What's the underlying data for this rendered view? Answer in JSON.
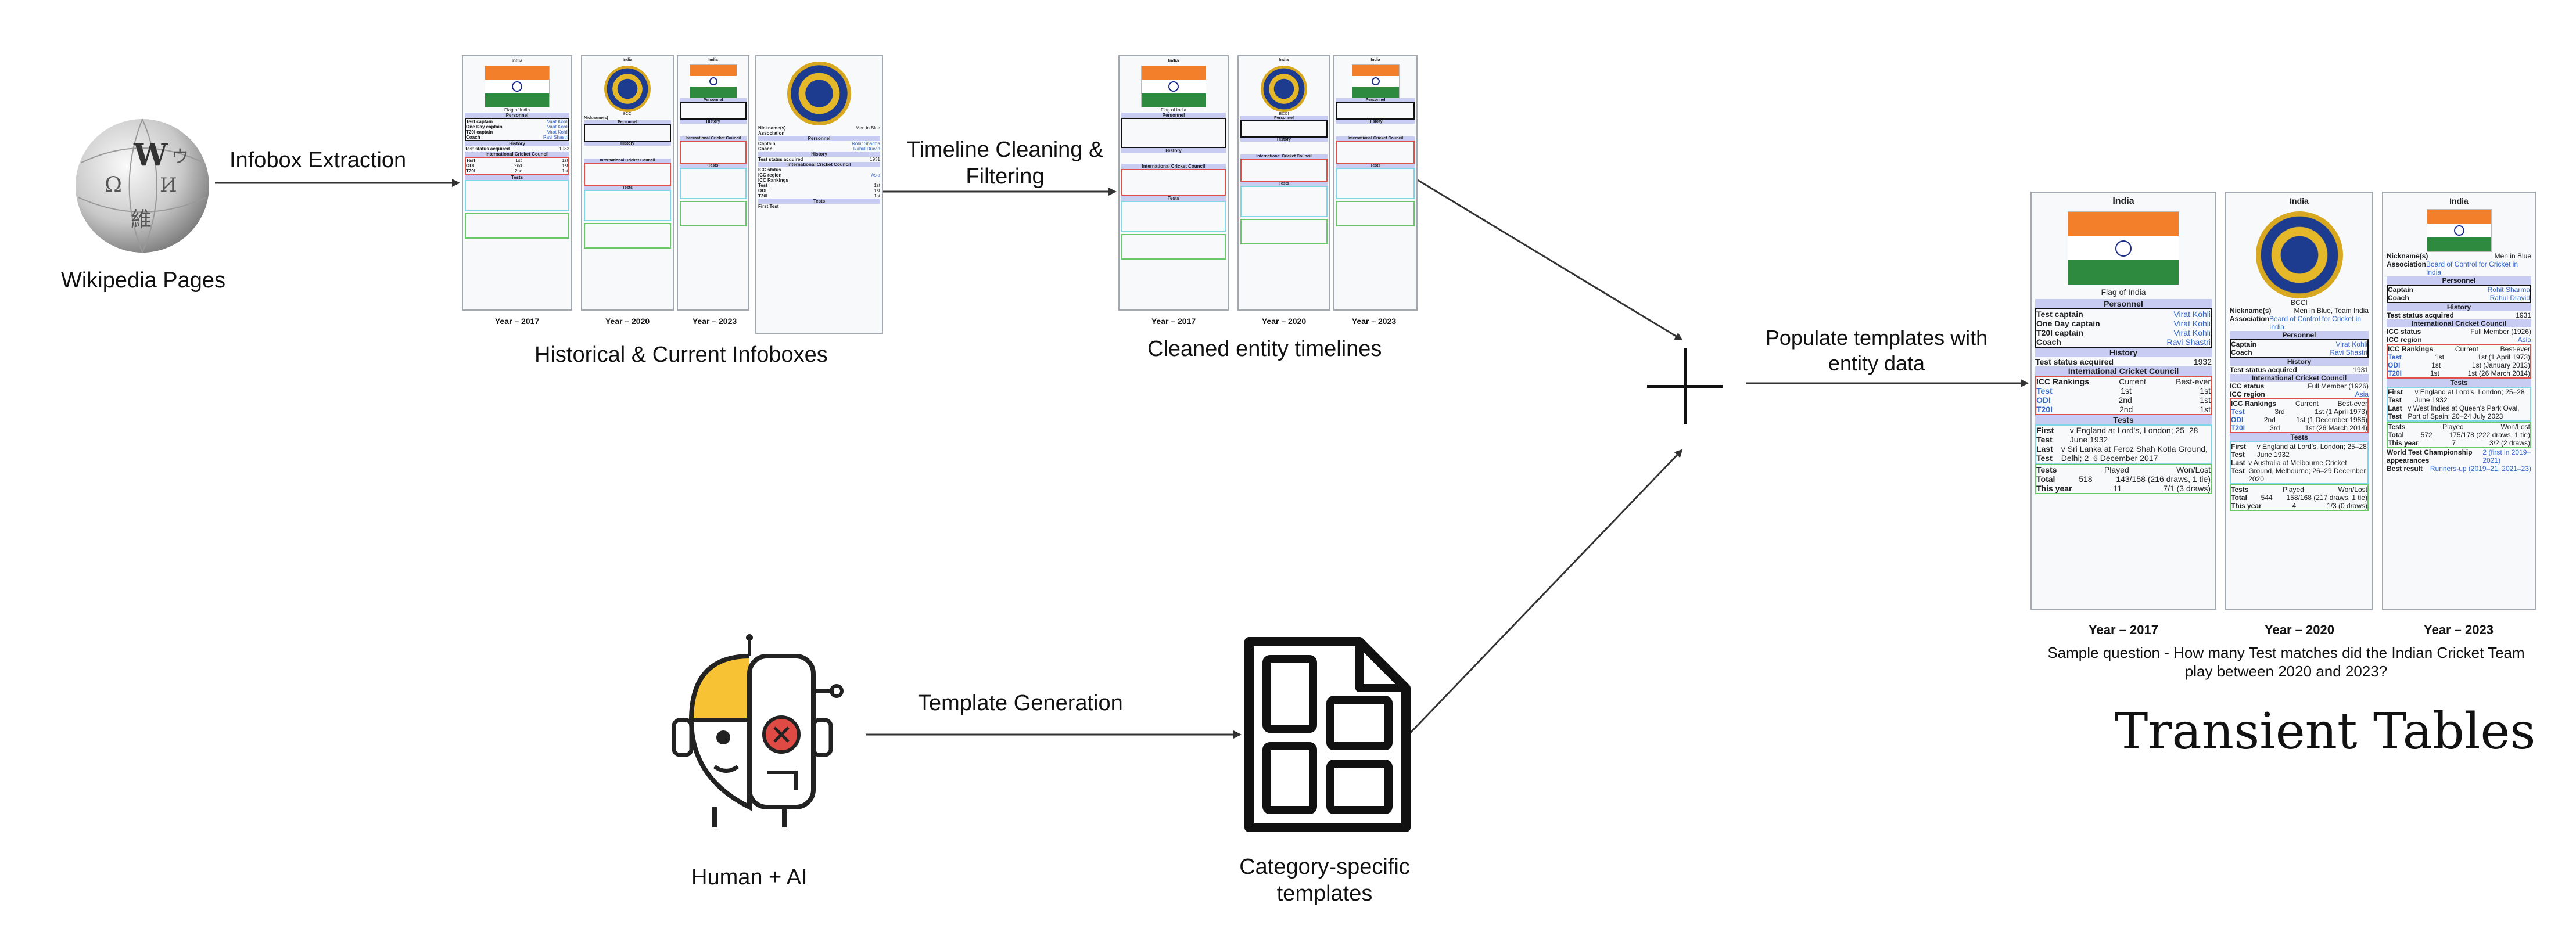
{
  "labels": {
    "wiki_pages": "Wikipedia Pages",
    "infobox_extraction": "Infobox Extraction",
    "historical_current": "Historical & Current Infoboxes",
    "timeline_cleaning": "Timeline Cleaning & Filtering",
    "cleaned_timelines": "Cleaned entity timelines",
    "populate_templates": "Populate templates with entity data",
    "template_generation": "Template Generation",
    "human_ai": "Human + AI",
    "category_templates": "Category-specific templates",
    "sample_question": "Sample question - How many Test matches did the Indian Cricket Team play between 2020 and 2023?",
    "transient_tables": "Transient Tables"
  },
  "years": [
    "Year – 2017",
    "Year – 2020",
    "Year – 2023"
  ],
  "icons": {
    "wikipedia": "wikipedia-globe-icon",
    "human_ai": "human-ai-face-icon",
    "template": "template-document-icon",
    "plus": "plus-icon"
  },
  "colors": {
    "infobox_header": "#c8ccf2",
    "box_red": "#e0504a",
    "box_cyan": "#7fd6e6",
    "box_green": "#69c86a",
    "link": "#3366cc"
  },
  "infobox_2017": {
    "title": "India",
    "flag_caption": "Flag of India",
    "personnel": "Personnel",
    "rows_personnel": [
      {
        "k": "Test captain",
        "v": "Virat Kohli"
      },
      {
        "k": "One Day captain",
        "v": "Virat Kohli"
      },
      {
        "k": "T20I captain",
        "v": "Virat Kohli"
      },
      {
        "k": "Coach",
        "v": "Ravi Shastri"
      }
    ],
    "history": "History",
    "test_status": {
      "k": "Test status acquired",
      "v": "1932"
    },
    "icc": "International Cricket Council",
    "rank_head": [
      "ICC Rankings",
      "Current",
      "Best-ever"
    ],
    "ranks": [
      {
        "k": "Test",
        "c": "1st",
        "b": "1st"
      },
      {
        "k": "ODI",
        "c": "2nd",
        "b": "1st"
      },
      {
        "k": "T20I",
        "c": "2nd",
        "b": "1st"
      }
    ],
    "tests": "Tests",
    "first_test": {
      "k": "First Test",
      "v": "v England at Lord's, London; 25–28 June 1932"
    },
    "last_test": {
      "k": "Last Test",
      "v": "v Sri Lanka at Feroz Shah Kotla Ground, Delhi; 2–6 December 2017"
    },
    "tests_head": [
      "Tests",
      "Played",
      "Won/Lost"
    ],
    "total": {
      "k": "Total",
      "p": "518",
      "w": "143/158 (216 draws, 1 tie)"
    },
    "this_year": {
      "k": "This year",
      "p": "11",
      "w": "7/1 (3 draws)"
    }
  },
  "infobox_2020": {
    "title": "India",
    "caption": "BCCI",
    "nickname": {
      "k": "Nickname(s)",
      "v": "Men in Blue, Team India"
    },
    "association": {
      "k": "Association",
      "v": "Board of Control for Cricket in India"
    },
    "personnel": "Personnel",
    "rows_personnel": [
      {
        "k": "Captain",
        "v": "Virat Kohli"
      },
      {
        "k": "Coach",
        "v": "Ravi Shastri"
      }
    ],
    "history": "History",
    "test_status": {
      "k": "Test status acquired",
      "v": "1931"
    },
    "icc": "International Cricket Council",
    "icc_status": {
      "k": "ICC status",
      "v": "Full Member (1926)"
    },
    "icc_region": {
      "k": "ICC region",
      "v": "Asia"
    },
    "rank_head": [
      "ICC Rankings",
      "Current",
      "Best-ever"
    ],
    "ranks": [
      {
        "k": "Test",
        "c": "3rd",
        "b": "1st (1 April 1973)"
      },
      {
        "k": "ODI",
        "c": "2nd",
        "b": "1st (1 December 1986)"
      },
      {
        "k": "T20I",
        "c": "3rd",
        "b": "1st (26 March 2014)"
      }
    ],
    "tests": "Tests",
    "first_test": {
      "k": "First Test",
      "v": "v England at Lord's, London; 25–28 June 1932"
    },
    "last_test": {
      "k": "Last Test",
      "v": "v Australia at Melbourne Cricket Ground, Melbourne; 26–29 December 2020"
    },
    "tests_head": [
      "Tests",
      "Played",
      "Won/Lost"
    ],
    "total": {
      "k": "Total",
      "p": "544",
      "w": "158/168 (217 draws, 1 tie)"
    },
    "this_year": {
      "k": "This year",
      "p": "4",
      "w": "1/3 (0 draws)"
    }
  },
  "infobox_2023": {
    "title": "India",
    "nickname": {
      "k": "Nickname(s)",
      "v": "Men in Blue"
    },
    "association": {
      "k": "Association",
      "v": "Board of Control for Cricket in India"
    },
    "personnel": "Personnel",
    "rows_personnel": [
      {
        "k": "Captain",
        "v": "Rohit Sharma"
      },
      {
        "k": "Coach",
        "v": "Rahul Dravid"
      }
    ],
    "history": "History",
    "test_status": {
      "k": "Test status acquired",
      "v": "1931"
    },
    "icc": "International Cricket Council",
    "icc_status": {
      "k": "ICC status",
      "v": "Full Member (1926)"
    },
    "icc_region": {
      "k": "ICC region",
      "v": "Asia"
    },
    "rank_head": [
      "ICC Rankings",
      "Current",
      "Best-ever"
    ],
    "ranks": [
      {
        "k": "Test",
        "c": "1st",
        "b": "1st (1 April 1973)"
      },
      {
        "k": "ODI",
        "c": "1st",
        "b": "1st (January 2013)"
      },
      {
        "k": "T20I",
        "c": "1st",
        "b": "1st (26 March 2014)"
      }
    ],
    "tests": "Tests",
    "first_test": {
      "k": "First Test",
      "v": "v England at Lord's, London; 25–28 June 1932"
    },
    "last_test": {
      "k": "Last Test",
      "v": "v West Indies at Queen's Park Oval, Port of Spain; 20–24 July 2023"
    },
    "tests_head": [
      "Tests",
      "Played",
      "Won/Lost"
    ],
    "total": {
      "k": "Total",
      "p": "572",
      "w": "175/178 (222 draws, 1 tie)"
    },
    "this_year": {
      "k": "This year",
      "p": "7",
      "w": "3/2 (2 draws)"
    },
    "wtc": {
      "k": "World Test Championship appearances",
      "v": "2 (first in 2019–2021)"
    },
    "best": {
      "k": "Best result",
      "v": "Runners-up (2019–21, 2021–23)"
    }
  }
}
